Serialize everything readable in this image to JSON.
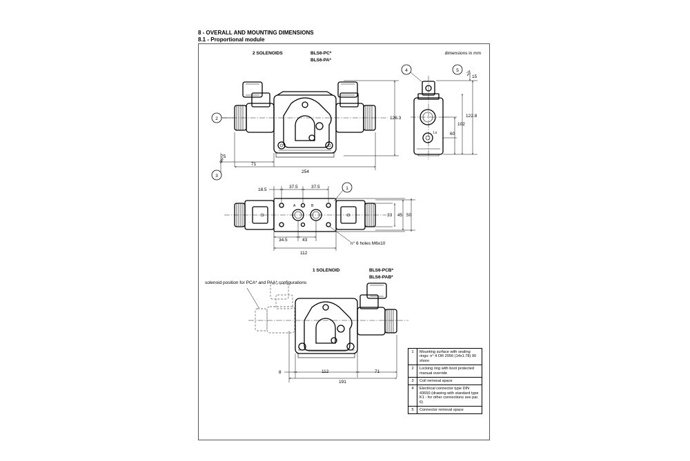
{
  "header": {
    "title": "8 - OVERALL AND MOUNTING DIMENSIONS",
    "subtitle": "8.1 - Proportional module"
  },
  "units_note": "dimensions in mm",
  "top_view": {
    "label": "2 SOLENOIDS",
    "codes": [
      "BLS6-PC*",
      "BLS6-PA*"
    ],
    "dims": {
      "height": "126.3",
      "coil_removal": "75",
      "offset": "71",
      "length": "254"
    }
  },
  "side_view": {
    "dims": {
      "connector_removal": "15",
      "height": "122.8",
      "center": "102",
      "port": "60"
    },
    "port_label": "Ls"
  },
  "plan_view": {
    "dims": {
      "d1": "18.5",
      "d2": "37.5",
      "d3": "37.5",
      "d4": "34.5",
      "d5": "43",
      "d6": "112",
      "h1": "33",
      "h2": "45",
      "h3": "50"
    },
    "port_labels": [
      "A",
      "B"
    ],
    "holes_note": "n° 6 holes M6x10"
  },
  "single_view": {
    "label": "1 SOLENOID",
    "codes": [
      "BLS6-PCB*",
      "BLS6-PAB*"
    ],
    "note": "solenoid position for PCA* and PAA* configurations",
    "dims": {
      "a": "8",
      "b": "112",
      "c": "71",
      "total": "191"
    }
  },
  "callouts": [
    "1",
    "2",
    "3",
    "4",
    "5"
  ],
  "legend": [
    {
      "num": "1",
      "text": "Mounting surface with sealing rings: n° 4 OR 2056 (14x1.78) 90 shore"
    },
    {
      "num": "2",
      "text": "Locking ring with boot protected manual override"
    },
    {
      "num": "3",
      "text": "Coil removal space"
    },
    {
      "num": "4",
      "text": "Electrical connector type DIN 43650 (drawing with standard type K1 - for other connections see par. 6)"
    },
    {
      "num": "5",
      "text": "Connector removal space"
    }
  ]
}
